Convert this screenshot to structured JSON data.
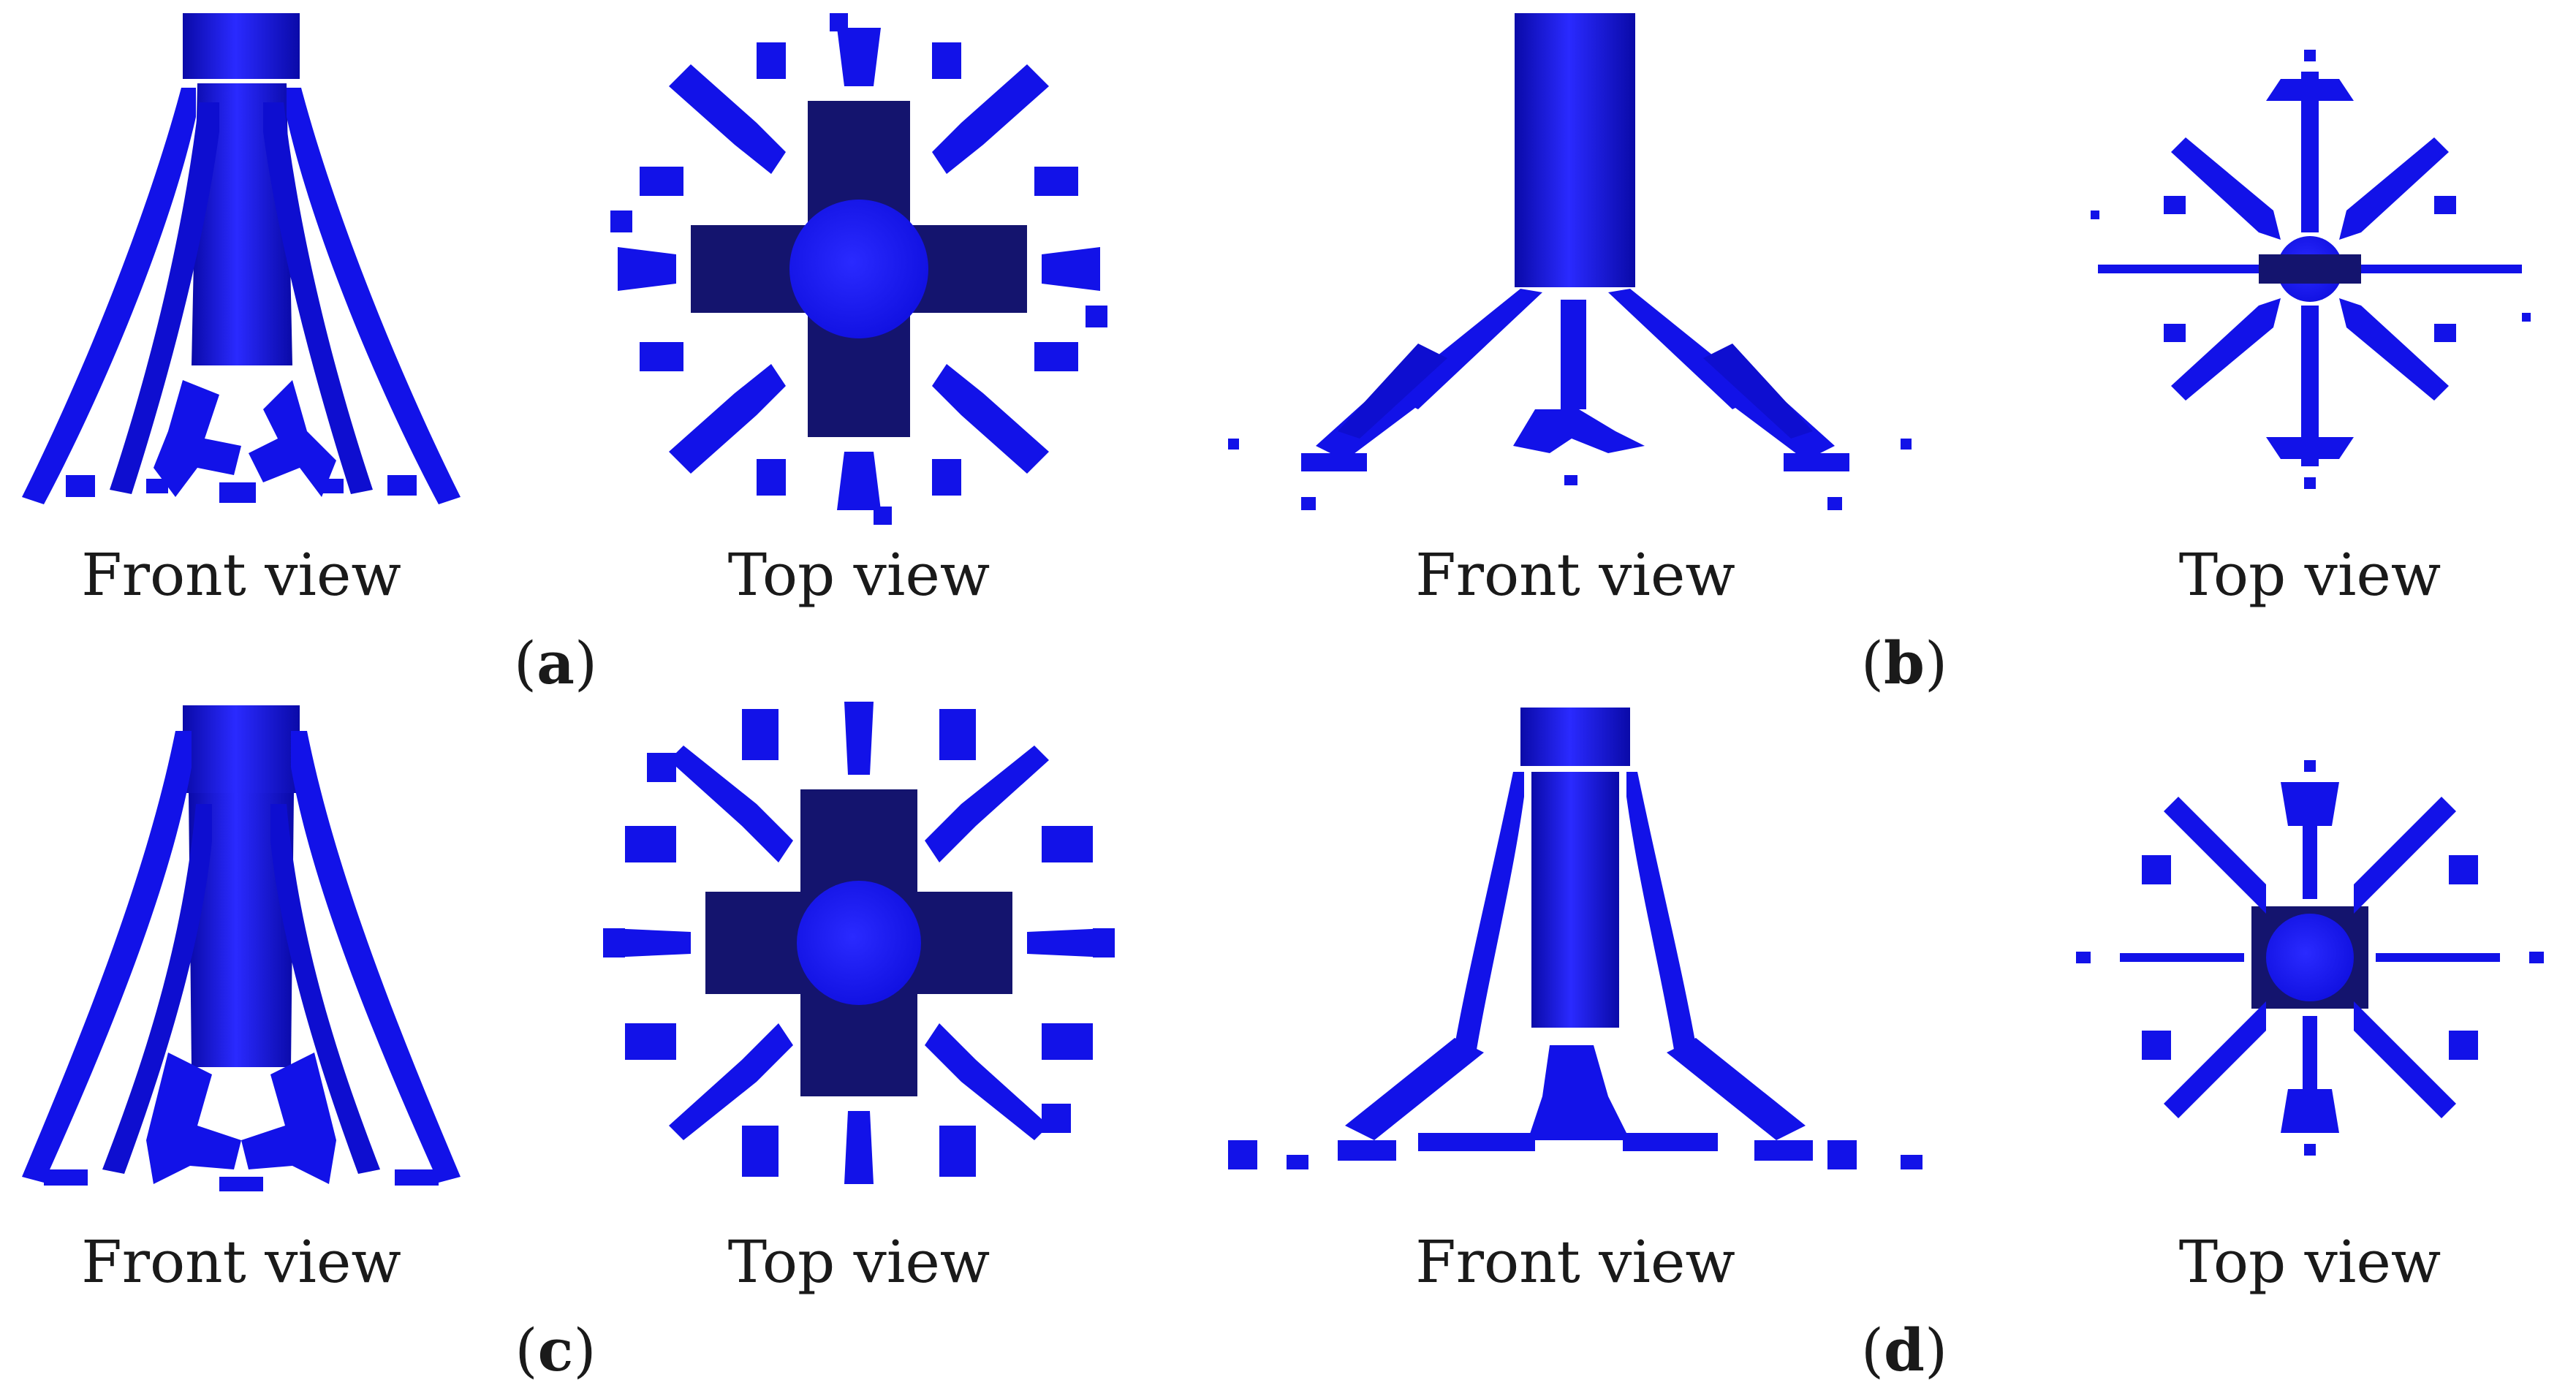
{
  "captions": {
    "front_view": "Front view",
    "top_view": "Top view"
  },
  "panels": [
    {
      "id": "a",
      "label": "a"
    },
    {
      "id": "b",
      "label": "b"
    },
    {
      "id": "c",
      "label": "c"
    },
    {
      "id": "d",
      "label": "d"
    }
  ],
  "colors": {
    "structure": "#1010ee",
    "structure_dark": "#0a0a9a",
    "hub_dark": "#14146e",
    "background": "#ffffff"
  }
}
